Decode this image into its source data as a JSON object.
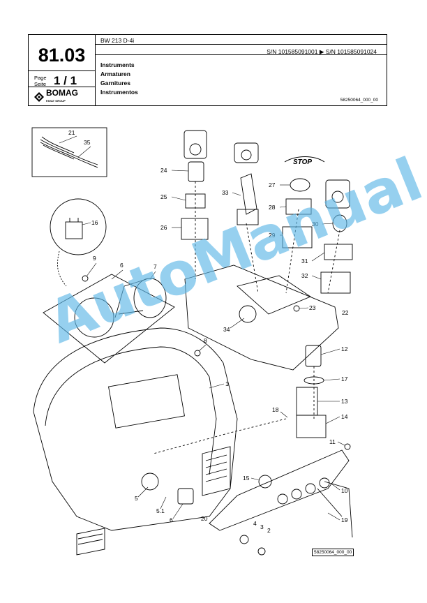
{
  "header": {
    "section_number": "81.03",
    "page_label": "Page\nSeite",
    "page_value": "1 / 1",
    "logo_text": "BOMAG",
    "logo_subtext": "FAYAT GROUP",
    "model": "BW 213 D-4i",
    "serial_range": "S/N 101585091001  ▶  S/N 101585091024",
    "titles": [
      "Instruments",
      "Armaturen",
      "Garnitures",
      "Instrumentos"
    ],
    "doc_number": "58250064_000_00"
  },
  "diagram": {
    "callouts": [
      "1",
      "2",
      "3",
      "4",
      "5",
      "5.1",
      "6",
      "7",
      "8",
      "9",
      "10",
      "11",
      "12",
      "13",
      "14",
      "15",
      "16",
      "17",
      "18",
      "19",
      "20",
      "21",
      "22",
      "23",
      "24",
      "25",
      "26",
      "27",
      "28",
      "29",
      "30",
      "31",
      "32",
      "33",
      "34",
      "35",
      "36"
    ],
    "stop_label": "STOP",
    "figure_number": "58250064_000_00"
  },
  "watermark": "AutoManual"
}
